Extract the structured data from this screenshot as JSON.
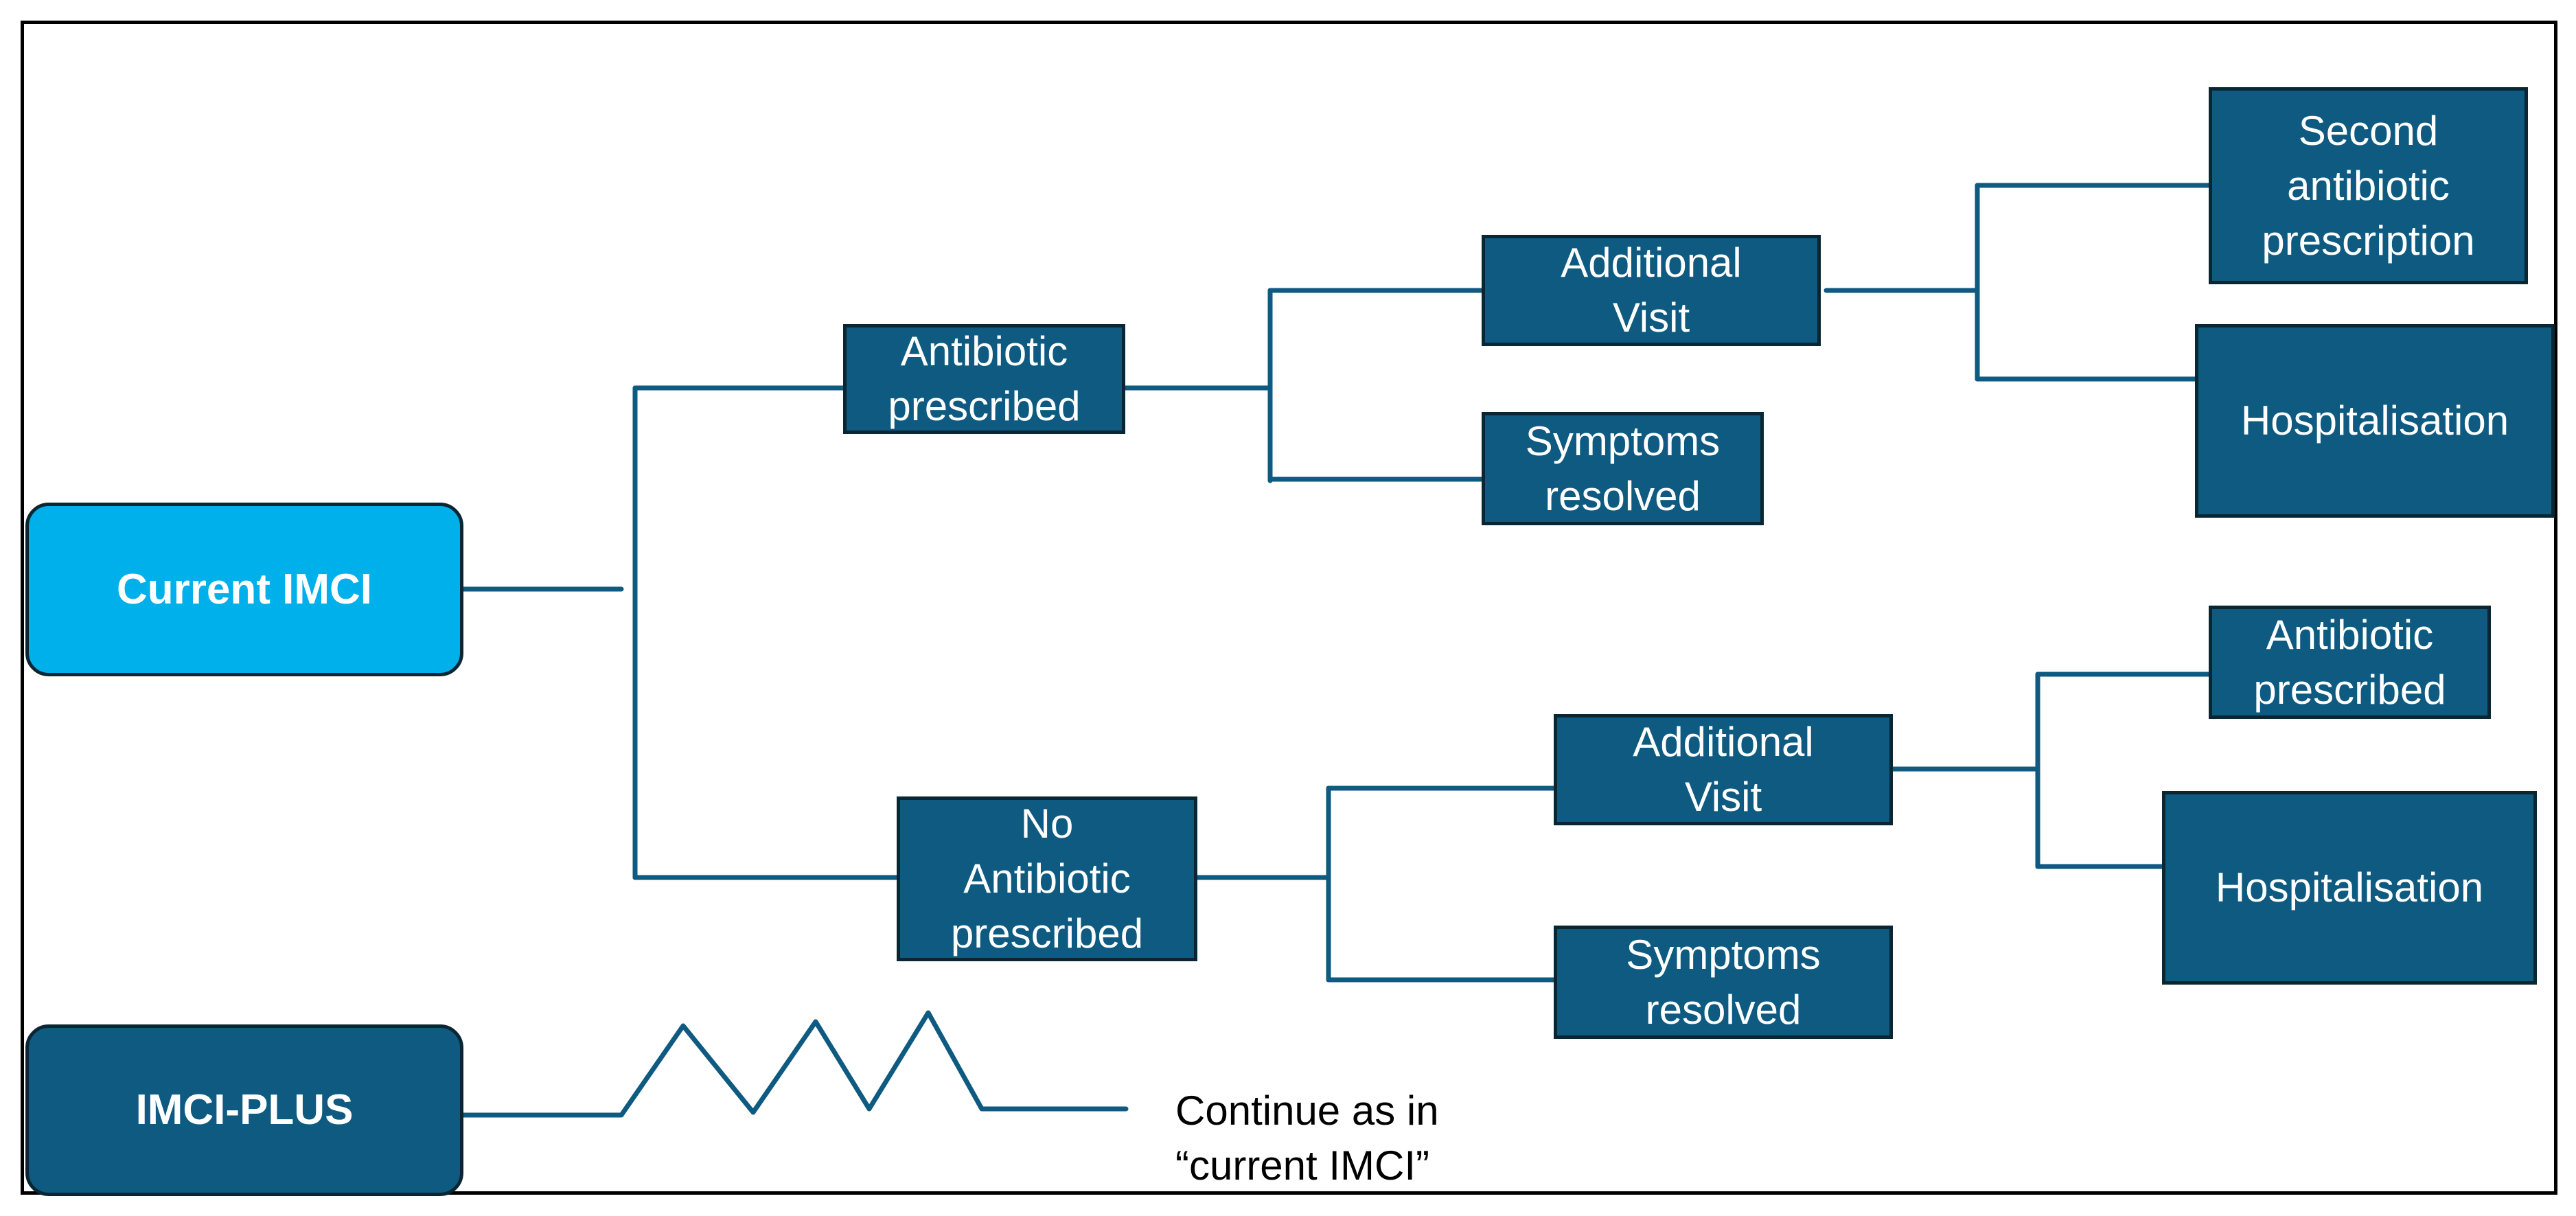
{
  "colors": {
    "node_fill": "#0e5a80",
    "node_border": "#0b2633",
    "current_imci_fill": "#00b0eb",
    "connector": "#0e5a80",
    "text_on_node": "#ffffff",
    "frame": "#000000"
  },
  "roots": {
    "current": "Current IMCI",
    "plus": "IMCI-PLUS"
  },
  "top_branch": {
    "antibiotic": "Antibiotic\nprescribed",
    "additional_visit": "Additional\nVisit",
    "symptoms_resolved": "Symptoms\nresolved",
    "second_antibiotic": "Second\nantibiotic\nprescription",
    "hospitalisation": "Hospitalisation"
  },
  "bottom_branch": {
    "no_antibiotic": "No\nAntibiotic\nprescribed",
    "additional_visit": "Additional\nVisit",
    "symptoms_resolved": "Symptoms\nresolved",
    "antibiotic": "Antibiotic\nprescribed",
    "hospitalisation": "Hospitalisation"
  },
  "continue_note": "Continue as in\n“current IMCI”"
}
